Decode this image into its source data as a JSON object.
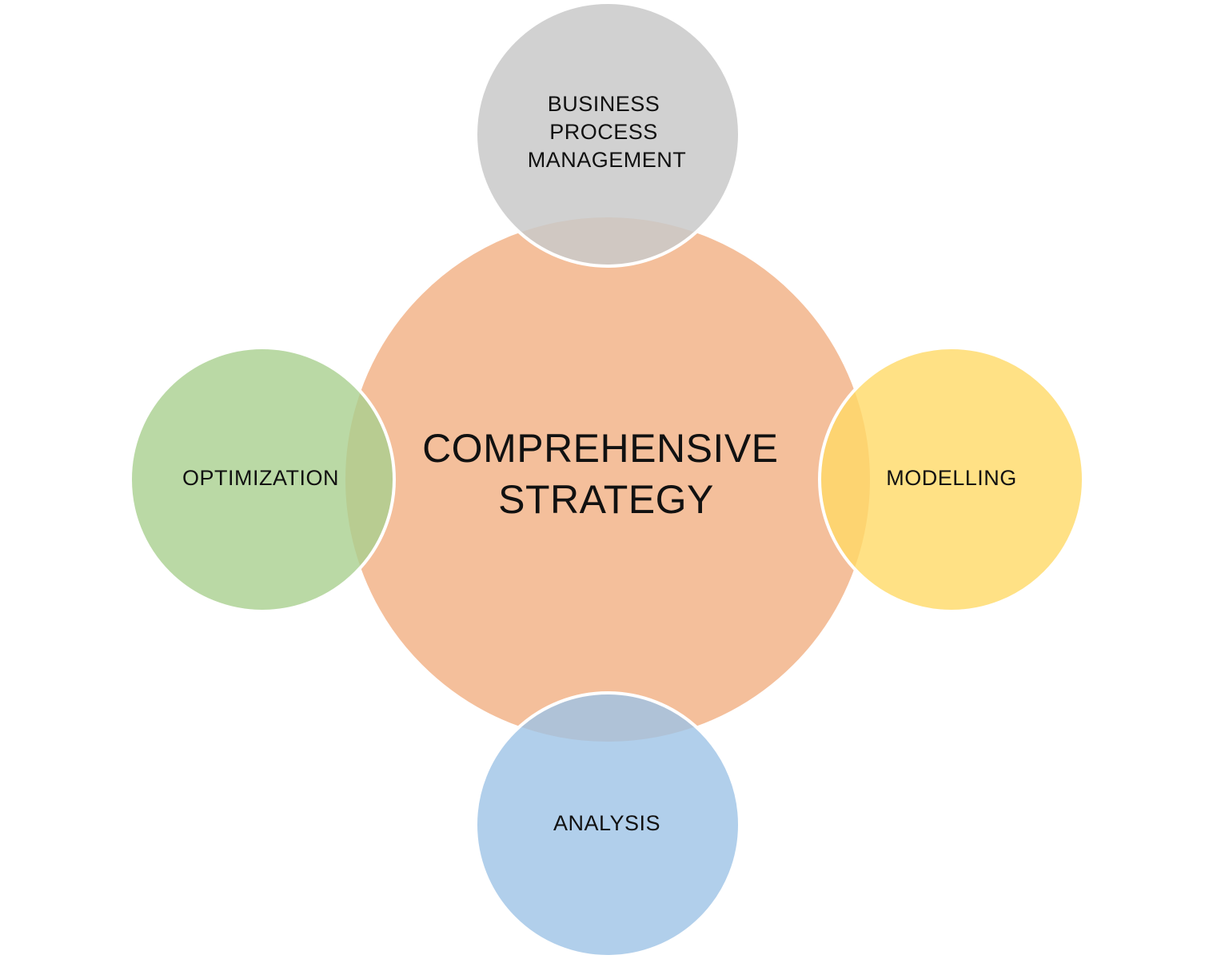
{
  "diagram": {
    "center": {
      "lines": [
        "COMPREHENSIVE",
        "STRATEGY"
      ],
      "color": "#F4BF9B"
    },
    "nodes": [
      {
        "key": "top",
        "lines": [
          "BUSINESS",
          "PROCESS",
          "MANAGEMENT"
        ],
        "color": "#C9C9C9"
      },
      {
        "key": "left",
        "lines": [
          "OPTIMIZATION"
        ],
        "color": "#A9D08E"
      },
      {
        "key": "right",
        "lines": [
          "MODELLING"
        ],
        "color": "#FFD966"
      },
      {
        "key": "bottom",
        "lines": [
          "ANALYSIS"
        ],
        "color": "#9DC3E6"
      }
    ]
  }
}
